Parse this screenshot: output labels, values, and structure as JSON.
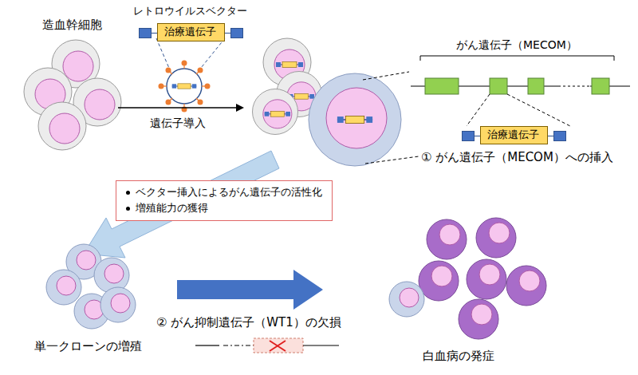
{
  "diagram": {
    "nodes": [
      {
        "text": [
          "治療遺伝子"
        ]
      },
      {
        "text": [
          "治療遺伝子"
        ]
      },
      {
        "text": [
          "ベクター挿入によるがん遺伝子の活性化",
          "増殖能力の獲得"
        ]
      }
    ],
    "labels": [
      "造血幹細胞",
      "レトロウイルスベクター",
      "遺伝子導入",
      "がん遺伝子（MECOM）",
      "① がん遺伝子（MECOM）への挿入",
      "単一クローンの増殖",
      "② がん抑制遺伝子（WT1）の欠損",
      "白血病の発症"
    ]
  }
}
